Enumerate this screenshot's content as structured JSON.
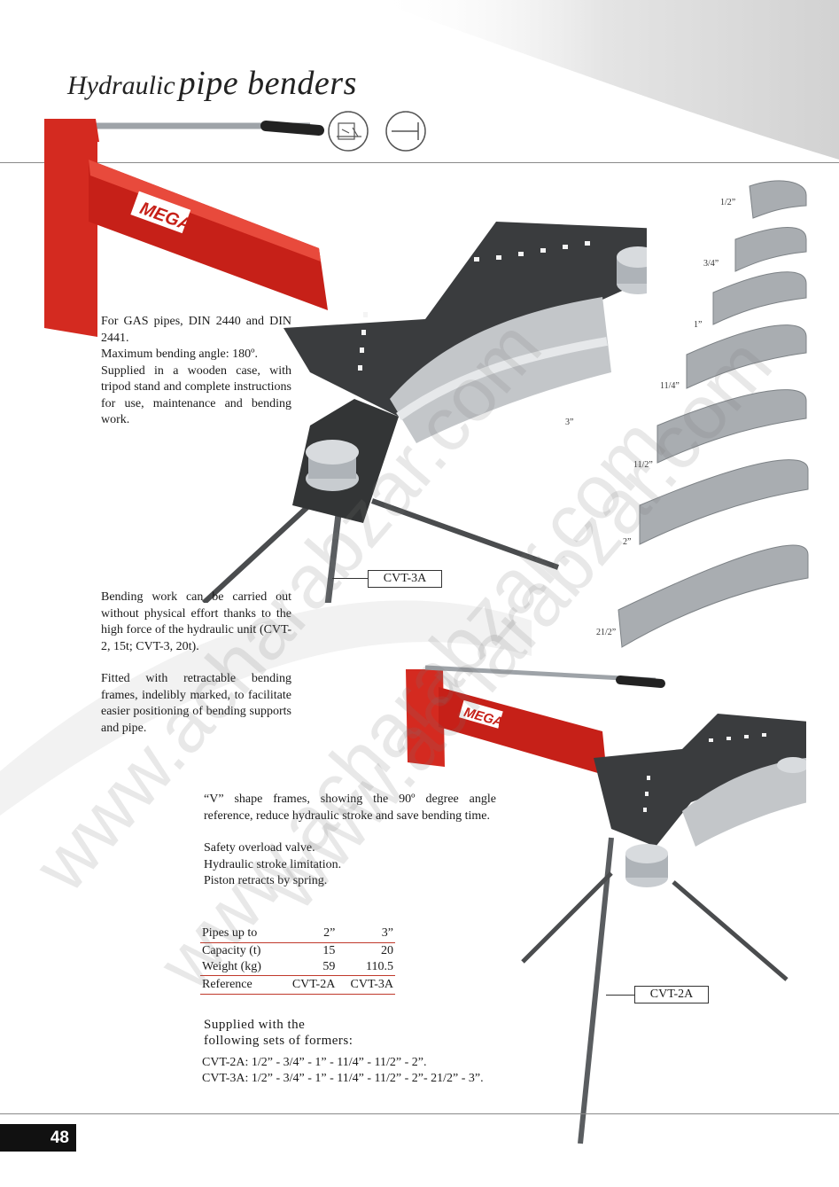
{
  "header": {
    "title_part1": "Hydraulic",
    "title_part2": "pipe benders",
    "icons": [
      "valve-schematic-icon",
      "stroke-limit-icon"
    ]
  },
  "intro_text": [
    "For GAS pipes, DIN 2440 and DIN 2441.",
    "Maximum bending angle: 180º.",
    "Supplied in a wooden case, with tripod stand and complete instructions for use, maintenance and bending work."
  ],
  "hydraulic_text": "Bending work can be carried out without physical effort thanks to the high force of the hydraulic unit (CVT-2, 15t; CVT-3, 20t).",
  "frames_text": "Fitted with retractable bending frames, indelibly marked, to facilitate easier positioning of bending supports and pipe.",
  "v_frame_text": "“V” shape frames, showing the 90º degree angle reference, reduce hydraulic stroke and save bending time.",
  "features": [
    "Safety overload valve.",
    "Hydraulic stroke limitation.",
    "Piston retracts by spring."
  ],
  "spec_table": {
    "rows": [
      {
        "label": "Pipes up to",
        "a": "2”",
        "b": "3”"
      },
      {
        "label": "Capacity (t)",
        "a": "15",
        "b": "20"
      },
      {
        "label": "Weight (kg)",
        "a": "59",
        "b": "110.5"
      },
      {
        "label": "Reference",
        "a": "CVT-2A",
        "b": "CVT-3A"
      }
    ]
  },
  "formers": {
    "intro_line1": "Supplied with the",
    "intro_line2": "following sets of formers:",
    "cvt2a": "CVT-2A: 1/2” - 3/4” - 1” - 11/4” - 11/2” - 2”.",
    "cvt3a": "CVT-3A: 1/2” - 3/4” - 1” - 11/4” - 11/2” - 2”- 21/2” - 3”."
  },
  "former_sizes": [
    "1/2”",
    "3/4”",
    "1”",
    "11/4”",
    "11/2”",
    "2”",
    "21/2”"
  ],
  "big_bender_former_label": "3”",
  "model_labels": {
    "large": "CVT-3A",
    "small": "CVT-2A"
  },
  "brand_label": "MEGA",
  "page_number": "48",
  "watermark": "www.acharabzar.com",
  "colors": {
    "accent_red": "#c0392b",
    "pump_red": "#d42a20",
    "steel_gray": "#8a8f94",
    "frame_dark": "#3a3c3e"
  }
}
